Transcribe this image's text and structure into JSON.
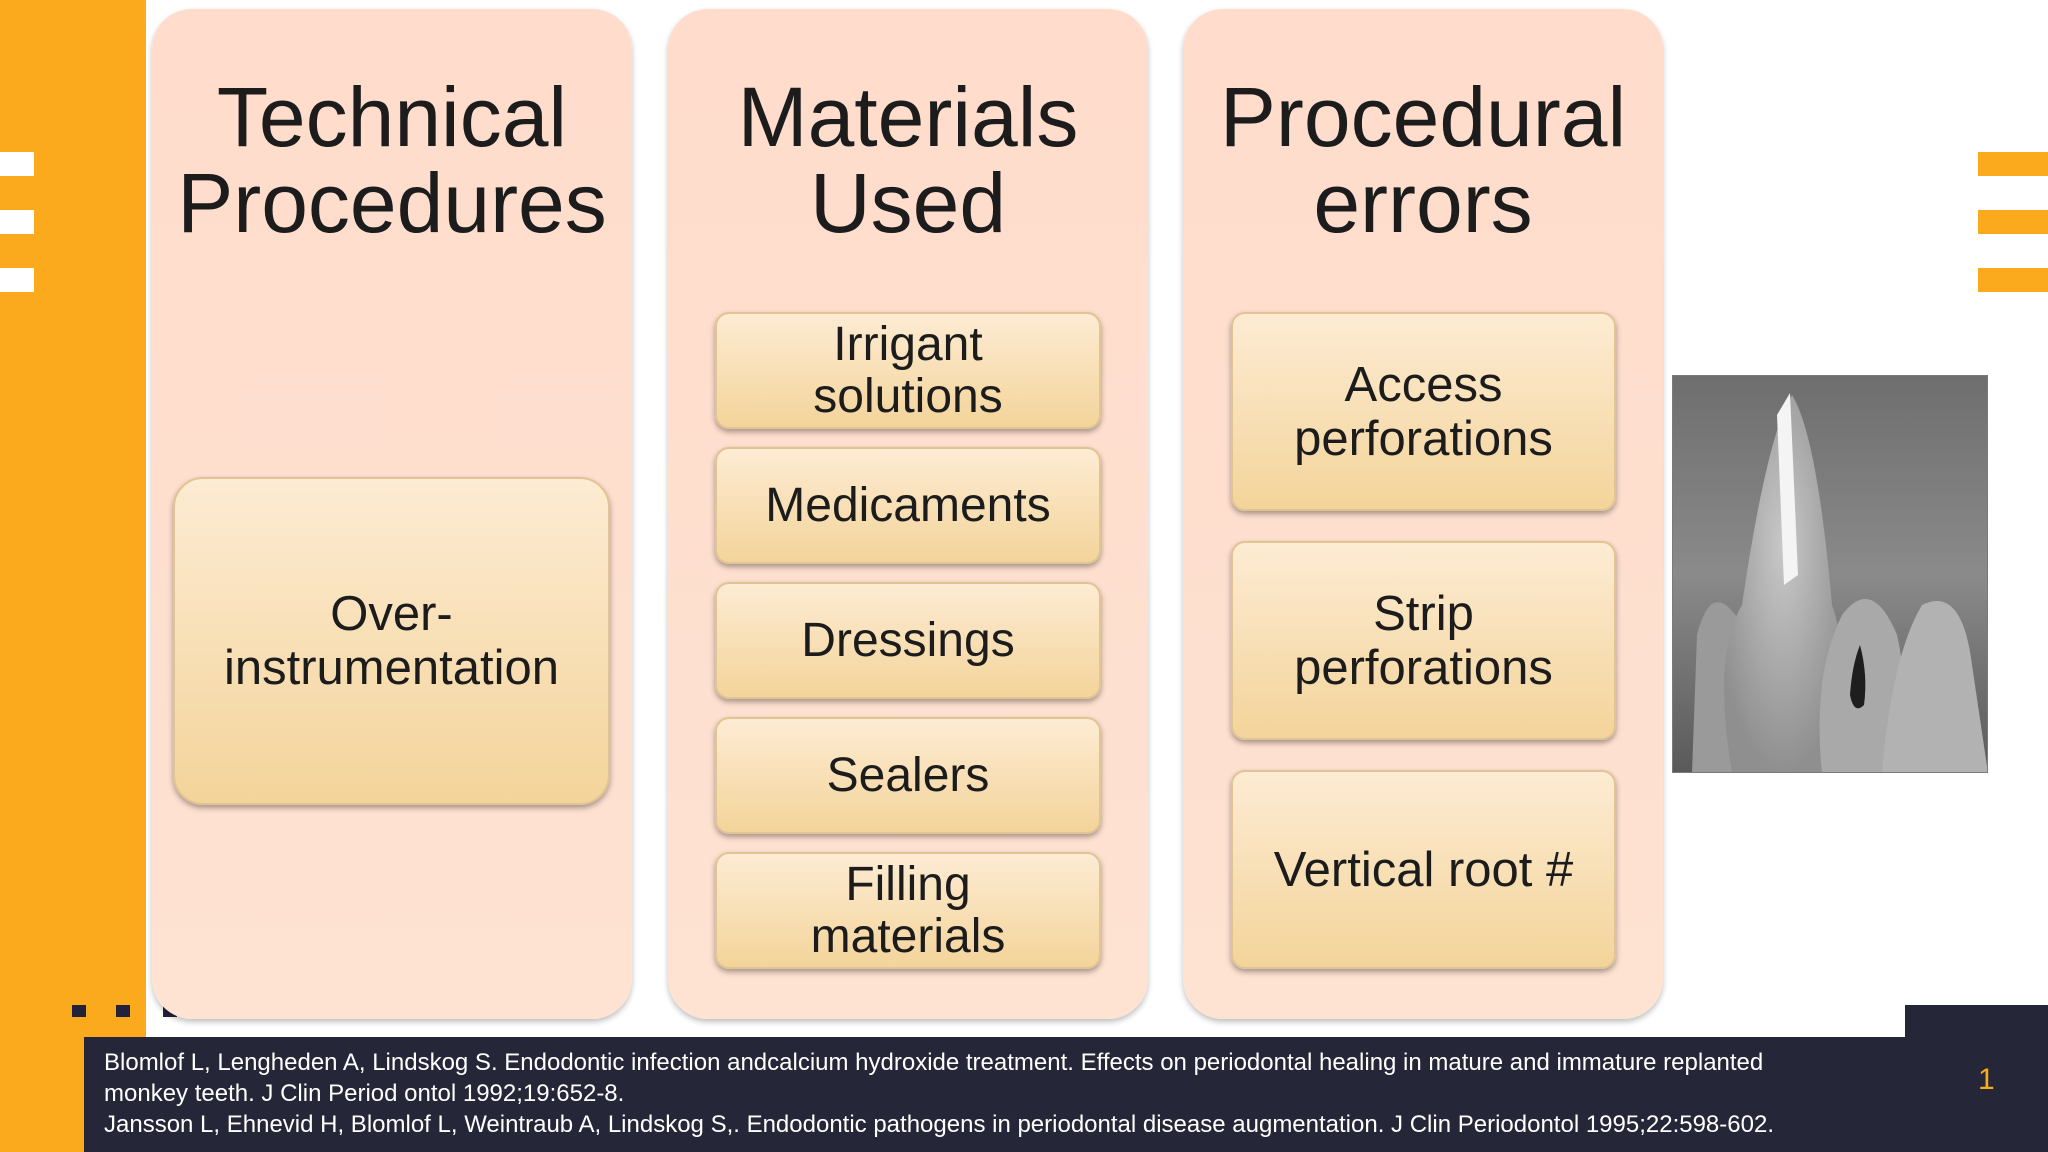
{
  "columns": [
    {
      "title_line1": "Technical",
      "title_line2": "Procedures",
      "items": [
        {
          "line1": "Over-",
          "line2": "instrumentation"
        }
      ]
    },
    {
      "title_line1": "Materials",
      "title_line2": "Used",
      "items": [
        {
          "line1": "Irrigant",
          "line2": "solutions"
        },
        {
          "line1": "Medicaments",
          "line2": ""
        },
        {
          "line1": "Dressings",
          "line2": ""
        },
        {
          "line1": "Sealers",
          "line2": ""
        },
        {
          "line1": "Filling",
          "line2": "materials"
        }
      ]
    },
    {
      "title_line1": "Procedural",
      "title_line2": "errors",
      "items": [
        {
          "line1": "Access",
          "line2": "perforations"
        },
        {
          "line1": "Strip",
          "line2": "perforations"
        },
        {
          "line1": "Vertical root #",
          "line2": ""
        }
      ]
    }
  ],
  "references": {
    "line1": "Blomlof L, Lengheden A, Lindskog S. Endodontic infection andcalcium hydroxide treatment. Effects on periodontal healing in mature and immature replanted",
    "line2": "monkey teeth. J Clin Period ontol 1992;19:652-8.",
    "line3": "Jansson L, Ehnevid H, Blomlof L, Weintraub A, Lindskog S,. Endodontic pathogens in periodontal disease augmentation. J Clin Periodontol 1995;22:598-602."
  },
  "slide_number": "1",
  "colors": {
    "accent": "#fcaa1d",
    "dark": "#262639",
    "panel": "#ffdccb",
    "box": "#f3d49a"
  }
}
